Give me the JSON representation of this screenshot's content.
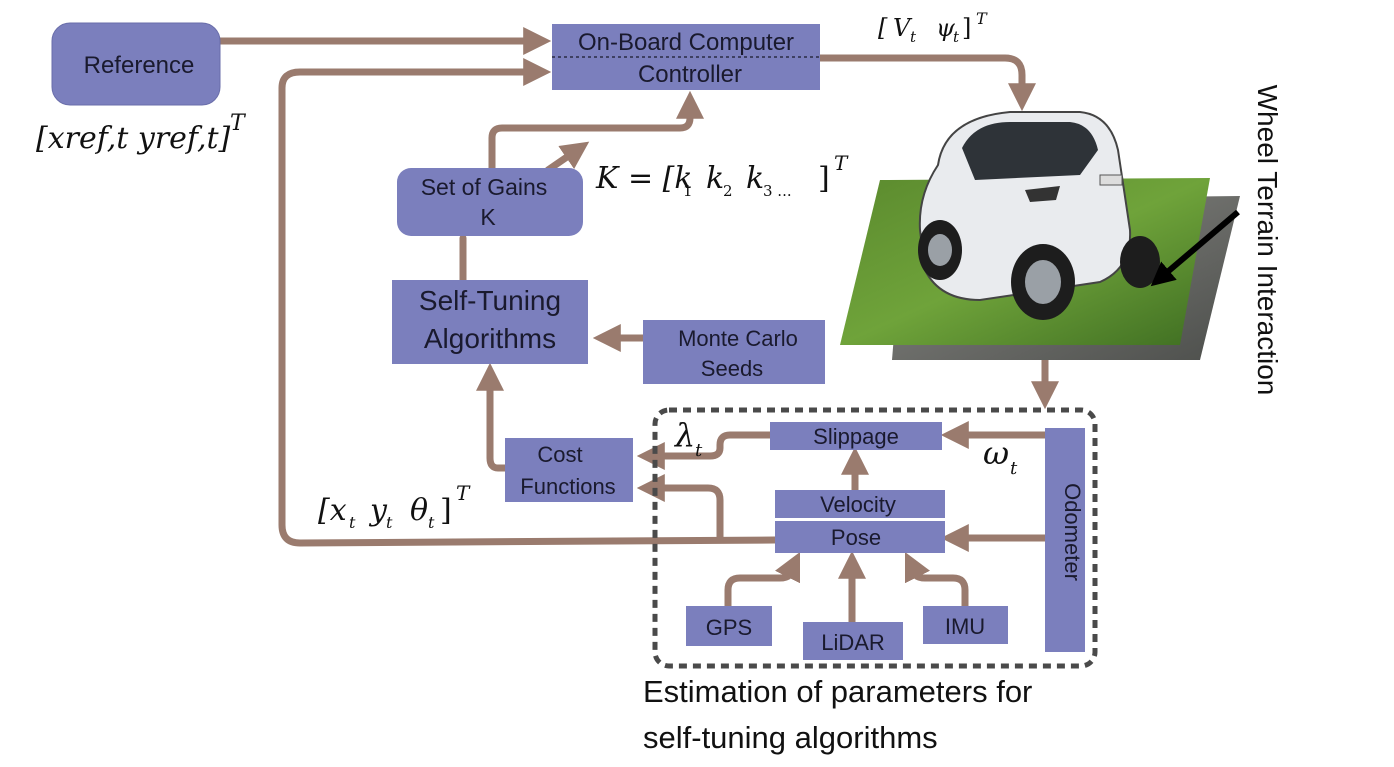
{
  "colors": {
    "box_fill": "#7b7fbd",
    "arrow": "#9a7b6e",
    "dashed_border": "#4a4a4a",
    "text": "#1a1a2e"
  },
  "blocks": {
    "reference": "Reference",
    "onboard_top": "On-Board Computer",
    "onboard_bottom": "Controller",
    "gains_line1": "Set of Gains",
    "gains_line2": "K",
    "selftuning_line1": "Self-Tuning",
    "selftuning_line2": "Algorithms",
    "montecarlo_line1": "Monte Carlo",
    "montecarlo_line2": "Seeds",
    "slippage": "Slippage",
    "cost_line1": "Cost",
    "cost_line2": "Functions",
    "velocity": "Velocity",
    "pose": "Pose",
    "odometer": "Odometer",
    "gps": "GPS",
    "lidar": "LiDAR",
    "imu": "IMU"
  },
  "math_labels": {
    "ref_vector": "[x_{ref,t} y_{ref,t}]^T",
    "ref_vector_main": "[xref,t  yref,t]",
    "cmd_vector": "[V_t ψ_t]^T",
    "gain_vector": "K = [k_1 k_2 k_3 ...]^T",
    "state_vector": "[x_t y_t θ_t]^T",
    "lambda": "λ_t",
    "omega": "ω_t"
  },
  "side_label": "Wheel Terrain Interaction",
  "caption_line1": "Estimation of parameters for",
  "caption_line2": "self-tuning algorithms",
  "image": {
    "vehicle_icon": "vehicle-on-grass-photo"
  }
}
